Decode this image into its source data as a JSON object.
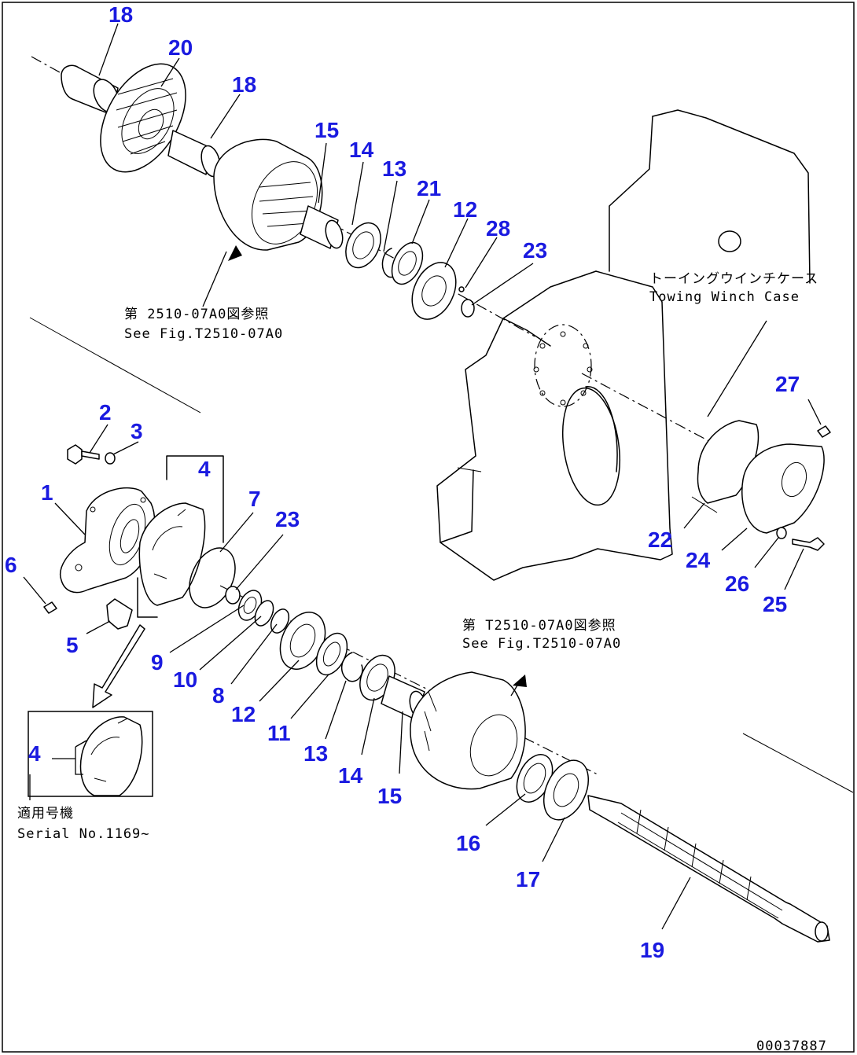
{
  "callouts": {
    "c1": "1",
    "c2": "2",
    "c3": "3",
    "c4a": "4",
    "c4b": "4",
    "c5": "5",
    "c6": "6",
    "c7": "7",
    "c8": "8",
    "c9": "9",
    "c10": "10",
    "c11": "11",
    "c12a": "12",
    "c12b": "12",
    "c13a": "13",
    "c13b": "13",
    "c14a": "14",
    "c14b": "14",
    "c15a": "15",
    "c15b": "15",
    "c16": "16",
    "c17": "17",
    "c18a": "18",
    "c18b": "18",
    "c19": "19",
    "c20": "20",
    "c21": "21",
    "c22": "22",
    "c23a": "23",
    "c23b": "23",
    "c24": "24",
    "c25": "25",
    "c26": "26",
    "c27": "27",
    "c28": "28"
  },
  "notes": {
    "ref_upper_jp": "第 2510-07A0図参照",
    "ref_upper_en": "See Fig.T2510-07A0",
    "ref_lower_jp": "第 T2510-07A0図参照",
    "ref_lower_en": "See Fig.T2510-07A0",
    "case_jp": "トーイングウインチケース",
    "case_en": "Towing Winch Case",
    "serial_jp": "適用号機",
    "serial_en": "Serial No.1169~",
    "drawing_number": "00037887"
  },
  "colors": {
    "callout": "#1a1ae0",
    "line": "#000000",
    "background": "#ffffff"
  }
}
